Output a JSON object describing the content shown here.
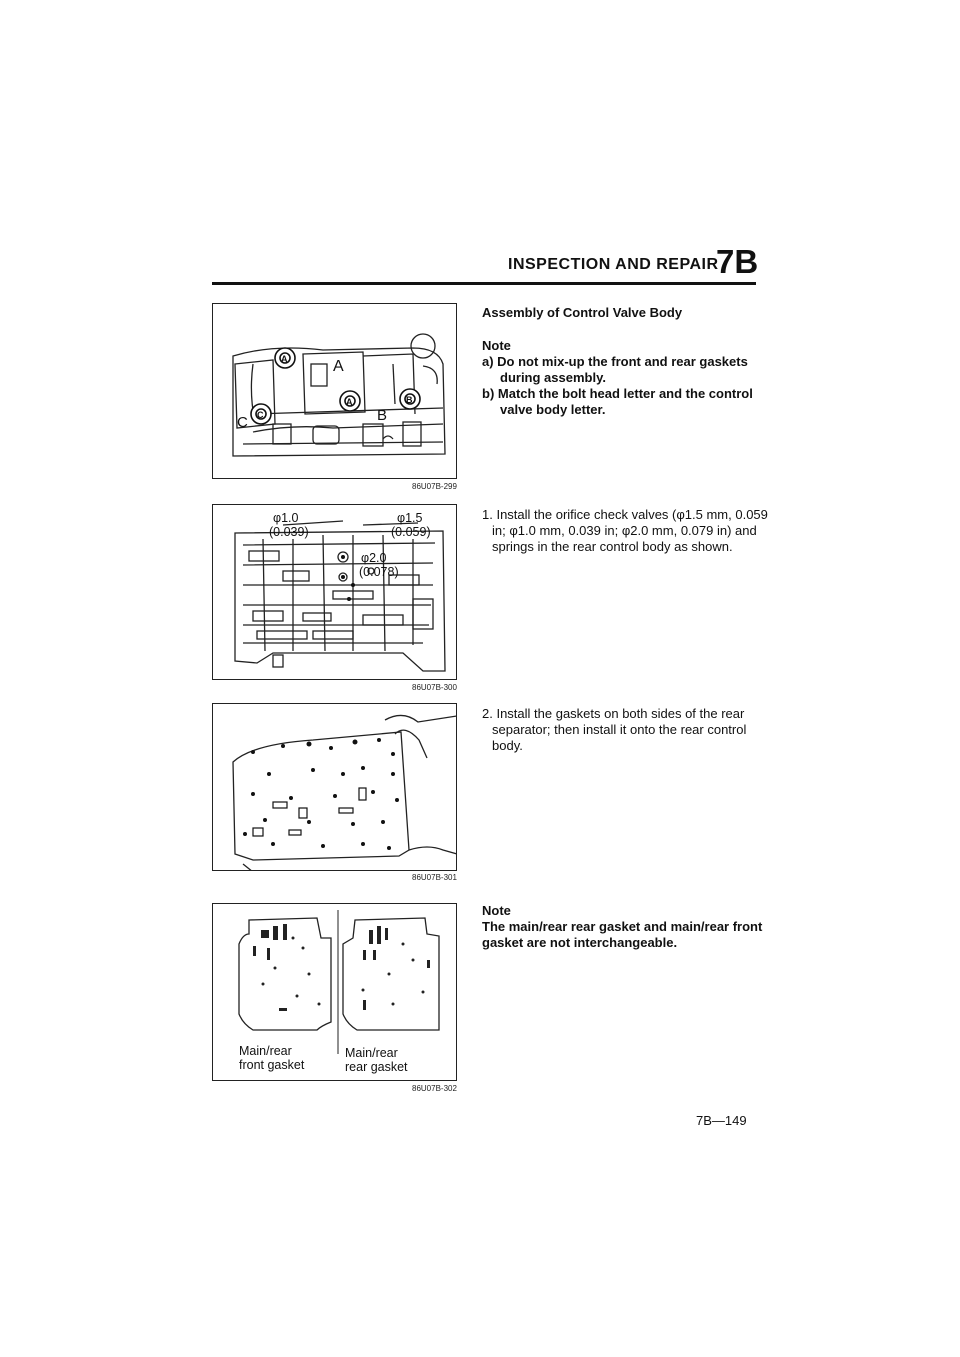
{
  "header": {
    "title": "INSPECTION AND REPAIR",
    "section": "7B"
  },
  "figures": [
    {
      "caption": "86U07B-299",
      "labels": {
        "a_top": "A",
        "a_mid": "A",
        "a_body": "A",
        "b_bolt": "B",
        "b_body": "B",
        "c_bolt": "C",
        "c_body": "C"
      }
    },
    {
      "caption": "86U07B-300",
      "labels": {
        "d10": "φ1.0",
        "d10_in": "(0.039)",
        "d15": "φ1.5",
        "d15_in": "(0.059)",
        "d20": "φ2.0",
        "d20_in": "(0.078)"
      }
    },
    {
      "caption": "86U07B-301"
    },
    {
      "caption": "86U07B-302",
      "labels": {
        "front": "Main/rear\nfront gasket",
        "rear": "Main/rear\nrear gasket"
      }
    }
  ],
  "text": {
    "heading": "Assembly of Control Valve Body",
    "note1_title": "Note",
    "note1_a": "a) Do not mix-up the front and rear gaskets during assembly.",
    "note1_b": "b) Match the bolt head letter and the control valve body letter.",
    "step1": "1. Install the orifice check valves (φ1.5 mm, 0.059 in; φ1.0 mm, 0.039 in; φ2.0 mm, 0.079 in) and springs in the rear control body as shown.",
    "step2": "2. Install the gaskets on both sides of the rear separator; then install it onto the rear control body.",
    "note2_title": "Note",
    "note2_body": "The main/rear rear gasket and main/rear front gasket are not interchangeable."
  },
  "footer": {
    "page": "7B—149"
  }
}
